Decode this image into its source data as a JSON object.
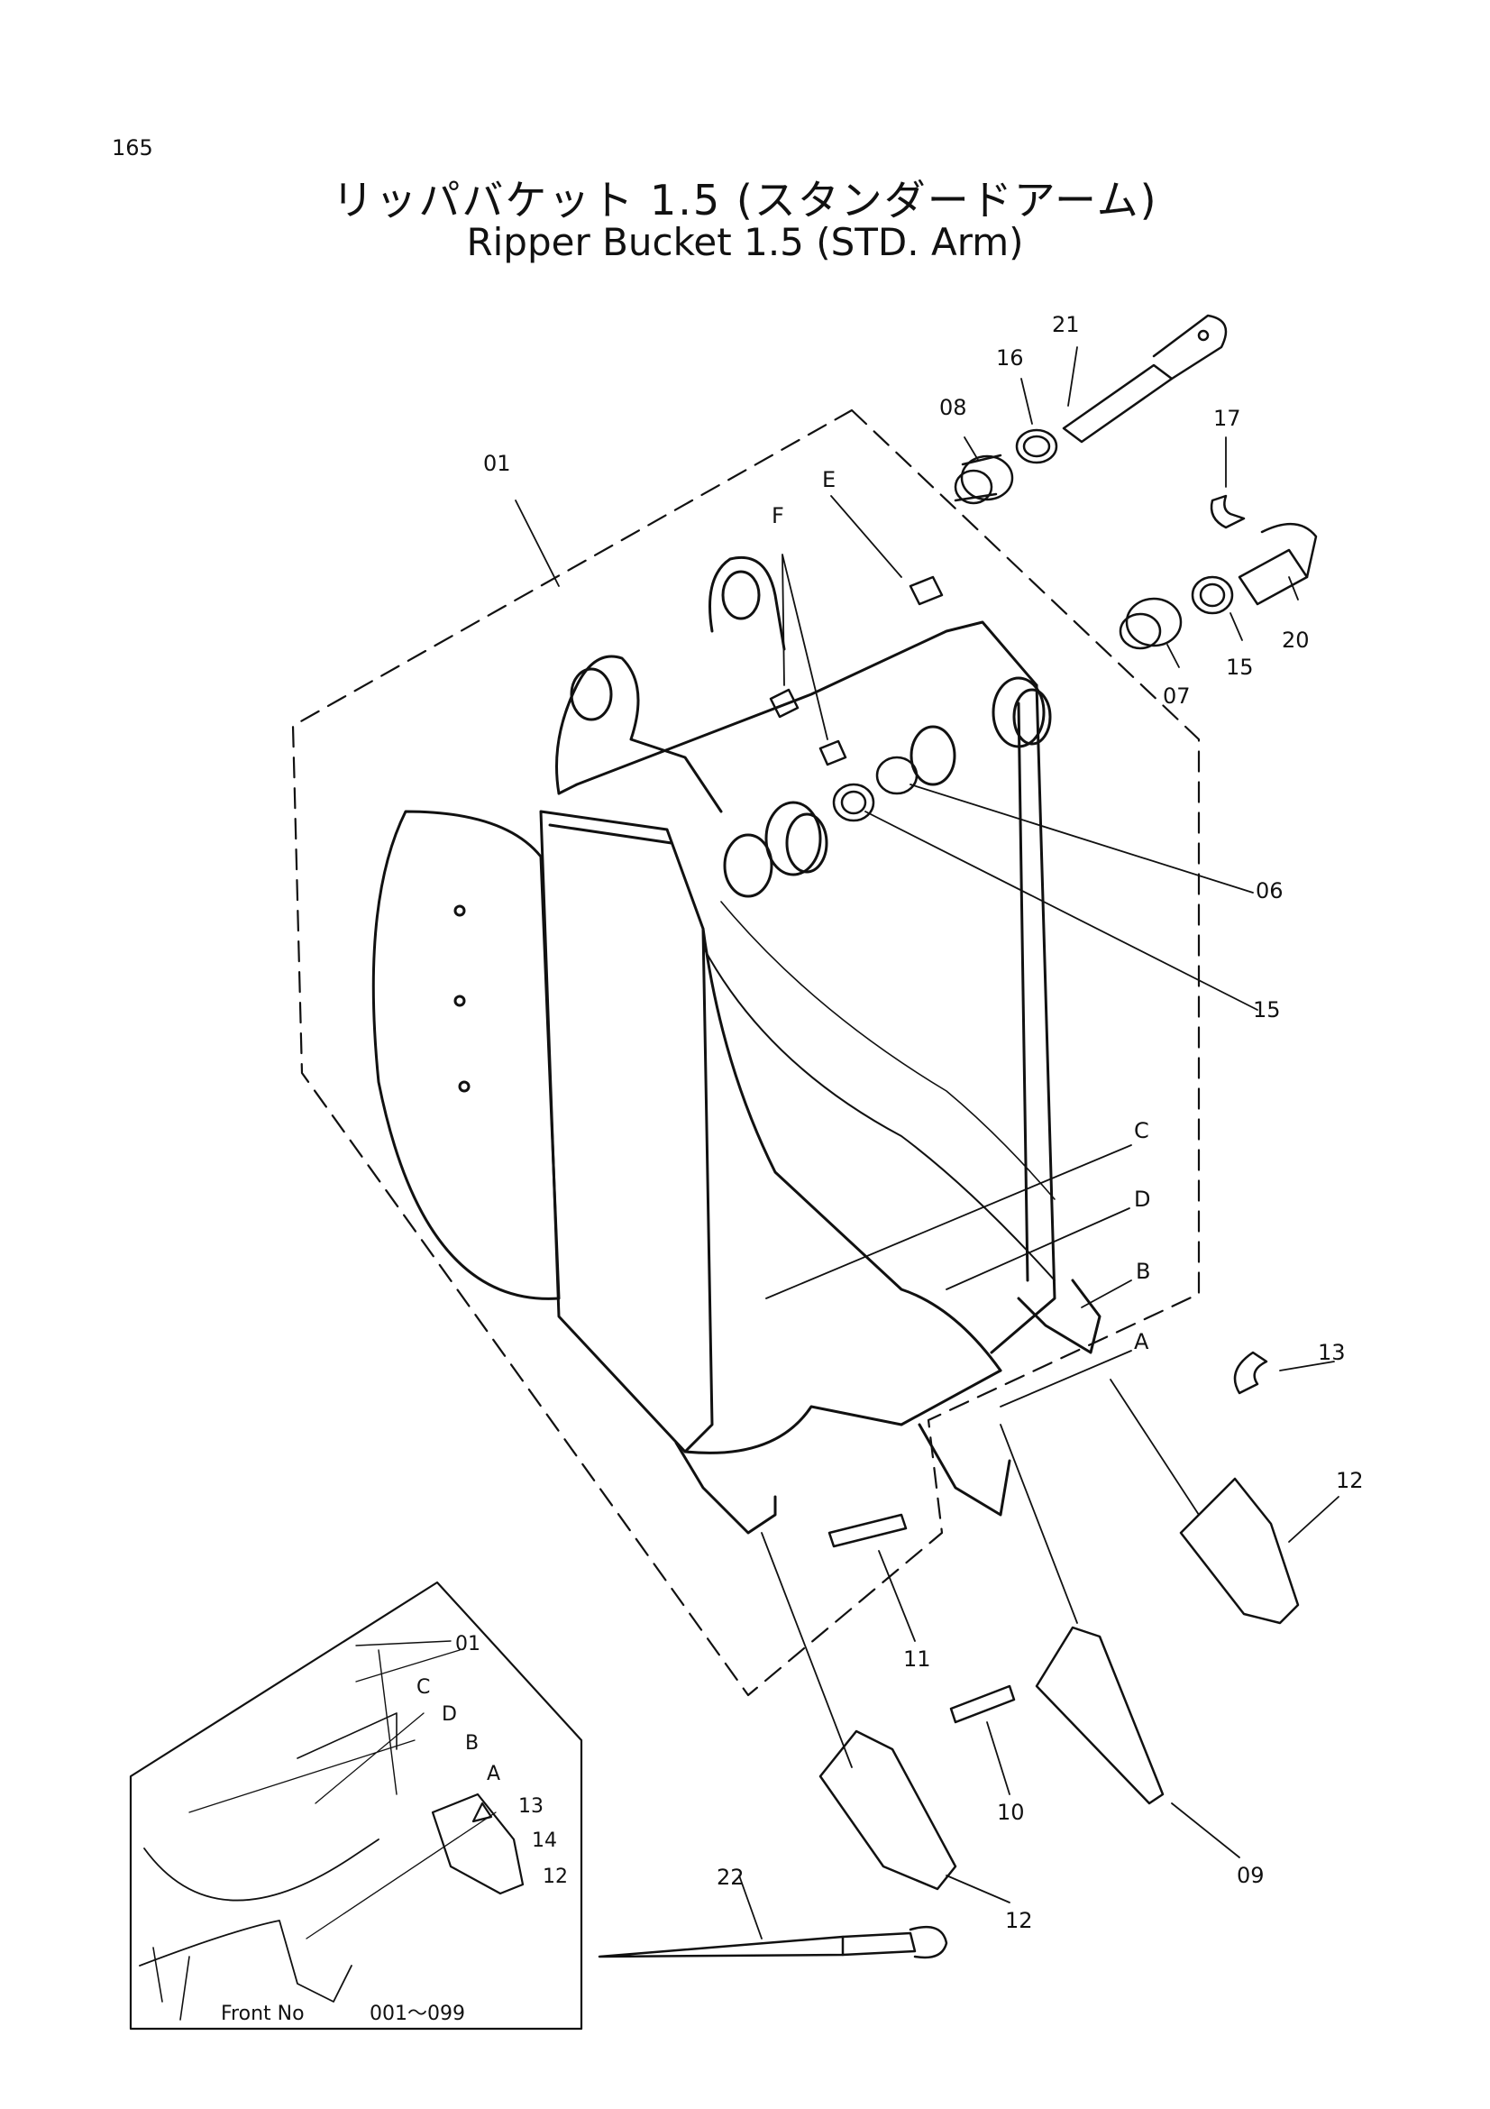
{
  "page_number": "165",
  "title_jp": "リッパバケット 1.5 (スタンダードアーム)",
  "title_en": "Ripper Bucket 1.5 (STD. Arm)",
  "callouts": {
    "c01": "01",
    "c21": "21",
    "c16": "16",
    "c08": "08",
    "c17": "17",
    "cE": "E",
    "cF": "F",
    "c20": "20",
    "c15a": "15",
    "c07": "07",
    "c06": "06",
    "c15b": "15",
    "cC": "C",
    "cD": "D",
    "cB": "B",
    "cA": "A",
    "c13": "13",
    "c12a": "12",
    "c11": "11",
    "c10": "10",
    "c12b": "12",
    "c09": "09",
    "c22": "22"
  },
  "inset": {
    "front_no_label": "Front No",
    "front_no_range": "001～099",
    "labels": {
      "i01": "01",
      "iC": "C",
      "iD": "D",
      "iB": "B",
      "iA": "A",
      "i13": "13",
      "i14": "14",
      "i12": "12"
    }
  },
  "colors": {
    "line": "#111111",
    "background": "#ffffff"
  }
}
